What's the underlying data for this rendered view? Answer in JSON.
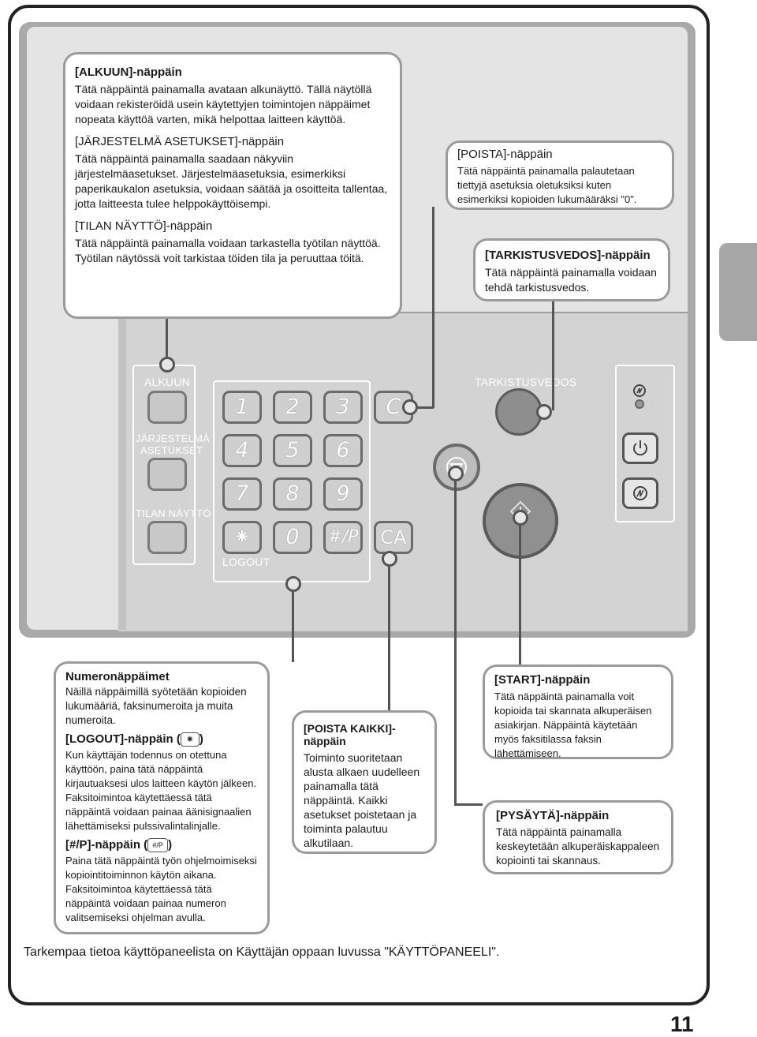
{
  "callouts": {
    "alkuun": {
      "title": "[ALKUUN]-näppäin",
      "body": "Tätä näppäintä painamalla avataan alkunäyttö. Tällä näytöllä voidaan rekisteröidä usein käytettyjen toimintojen näppäimet nopeata käyttöä varten, mikä helpottaa laitteen käyttöä."
    },
    "jarjestelma": {
      "title": "[JÄRJESTELMÄ ASETUKSET]-näppäin",
      "body": "Tätä näppäintä painamalla saadaan näkyviin järjestelmäasetukset. Järjestelmäasetuksia, esimerkiksi paperikaukalon asetuksia, voidaan säätää ja osoitteita tallentaa, jotta laitteesta tulee helppokäyttöisempi."
    },
    "tilan": {
      "title": "[TILAN NÄYTTÖ]-näppäin",
      "body": "Tätä näppäintä painamalla voidaan tarkastella työtilan näyttöä. Työtilan näytössä voit tarkistaa töiden tila ja peruuttaa töitä."
    },
    "poista": {
      "title": "[POISTA]-näppäin",
      "body": "Tätä näppäintä painamalla palautetaan tiettyjä asetuksia oletuksiksi kuten esimerkiksi kopioiden lukumääräksi \"0\"."
    },
    "tarkistus": {
      "title": "[TARKISTUSVEDOS]-näppäin",
      "body": "Tätä näppäintä painamalla voidaan tehdä tarkistusvedos."
    },
    "numero": {
      "title": "Numeronäppäimet",
      "body": "Näillä näppäimillä syötetään kopioiden lukumääriä, faksinumeroita ja muita numeroita."
    },
    "logout": {
      "title_pre": "[LOGOUT]-näppäin (",
      "title_post": ")",
      "body": "Kun käyttäjän todennus on otettuna käyttöön, paina tätä näppäintä kirjautuaksesi ulos laitteen käytön jälkeen. Faksitoimintoa käytettäessä tätä näppäintä voidaan painaa äänisignaalien lähettämiseksi pulssivalintalinjalle."
    },
    "hashp": {
      "title_pre": "[#/P]-näppäin (",
      "title_post": ")",
      "body": "Paina tätä näppäintä työn ohjelmoimiseksi kopiointitoiminnon käytön aikana. Faksitoimintoa käytettäessä tätä näppäintä voidaan painaa numeron valitsemiseksi ohjelman avulla."
    },
    "poistakaikki": {
      "title": "[POISTA KAIKKI]-näppäin",
      "body": "Toiminto suoritetaan alusta alkaen uudelleen painamalla tätä näppäintä. Kaikki asetukset poistetaan ja toiminta palautuu alkutilaan."
    },
    "start": {
      "title": "[START]-näppäin",
      "body": "Tätä näppäintä painamalla voit kopioida tai skannata alkuperäisen asiakirjan. Näppäintä käytetään myös faksitilassa faksin lähettämiseen."
    },
    "pysayta": {
      "title": "[PYSÄYTÄ]-näppäin",
      "body": "Tätä näppäintä painamalla keskeytetään alkuperäiskappaleen kopiointi tai skannaus."
    }
  },
  "panel": {
    "label_alkuun": "ALKUUN",
    "label_jarjestelma_1": "JÄRJESTELMÄ",
    "label_jarjestelma_2": "ASETUKSET",
    "label_tilan": "TILAN NÄYTTÖ",
    "label_logout": "LOGOUT",
    "label_tarkistus": "TARKISTUSVEDOS",
    "keys": [
      "1",
      "2",
      "3",
      "4",
      "5",
      "6",
      "7",
      "8",
      "9",
      "⁕",
      "0",
      "#/P"
    ],
    "key_c": "C",
    "key_ca": "CA",
    "icon_star": "⁕",
    "icon_hashp": "#/P"
  },
  "footer": "Tarkempaa tietoa käyttöpaneelista on Käyttäjän oppaan luvussa \"KÄYTTÖPANEELI\".",
  "page_number": "11"
}
